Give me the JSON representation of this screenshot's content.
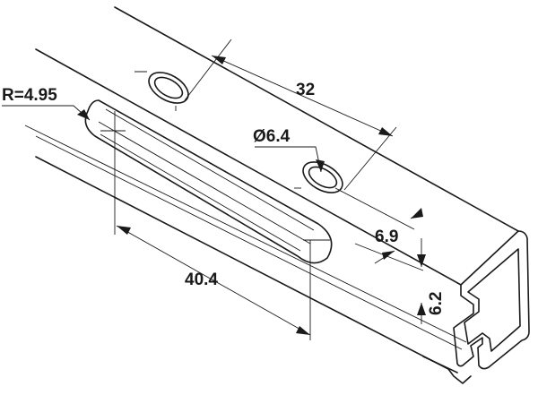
{
  "dimensions": {
    "radius": "R=4.95",
    "hole_spacing": "32",
    "hole_diameter": "Ø6.4",
    "edge_offset": "6.9",
    "slot_length": "40.4",
    "height": "6.2"
  }
}
